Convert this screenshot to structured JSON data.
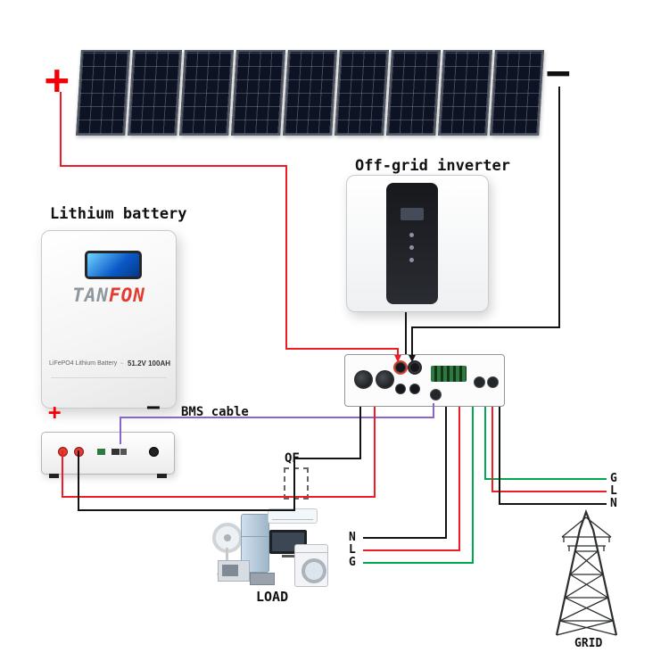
{
  "diagram": {
    "pv_plus": "+",
    "pv_minus": "−",
    "inverter_label": "Off-grid inverter",
    "battery_label": "Lithium battery",
    "bms_label": "BMS cable",
    "qf_label": "QF",
    "load_label": "LOAD",
    "grid_label": "GRID",
    "battery_plus": "+",
    "battery_minus": "−"
  },
  "battery": {
    "brand_prefix": "TAN",
    "brand_suffix": "FON",
    "cell_text": "LiFePO4 Lithium Battery",
    "spec_text": "51.2V 100AH"
  },
  "wire_labels": {
    "load_n": "N",
    "load_l": "L",
    "load_g": "G",
    "grid_g": "G",
    "grid_l": "L",
    "grid_n": "N"
  },
  "colors": {
    "red": "#ee1c25",
    "black": "#141414",
    "purple": "#8a63d2",
    "green": "#00a84f"
  },
  "panel_count": 9
}
